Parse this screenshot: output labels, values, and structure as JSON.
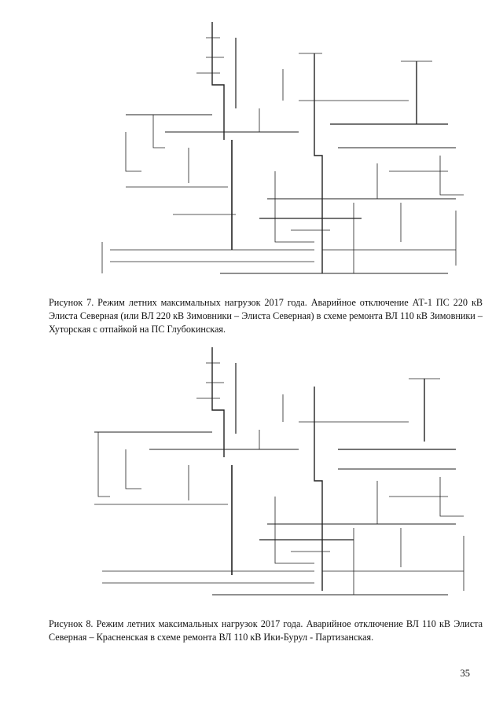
{
  "figures": [
    {
      "id": "fig7",
      "caption": "Рисунок 7. Режим летних максимальных нагрузок 2017 года. Аварийное отключение АТ-1 ПС 220 кВ Элиста Северная (или ВЛ 220 кВ Зимовники – Элиста Северная) в схеме ремонта ВЛ 110 кВ Зимовники – Хуторская с отпайкой на ПС Глубокинская."
    },
    {
      "id": "fig8",
      "caption": "Рисунок 8. Режим летних максимальных нагрузок 2017 года. Аварийное отключение ВЛ 110 кВ Элиста Северная – Красненская в схеме ремонта ВЛ 110 кВ Ики-Бурул - Партизанская."
    }
  ],
  "page_number": "35"
}
